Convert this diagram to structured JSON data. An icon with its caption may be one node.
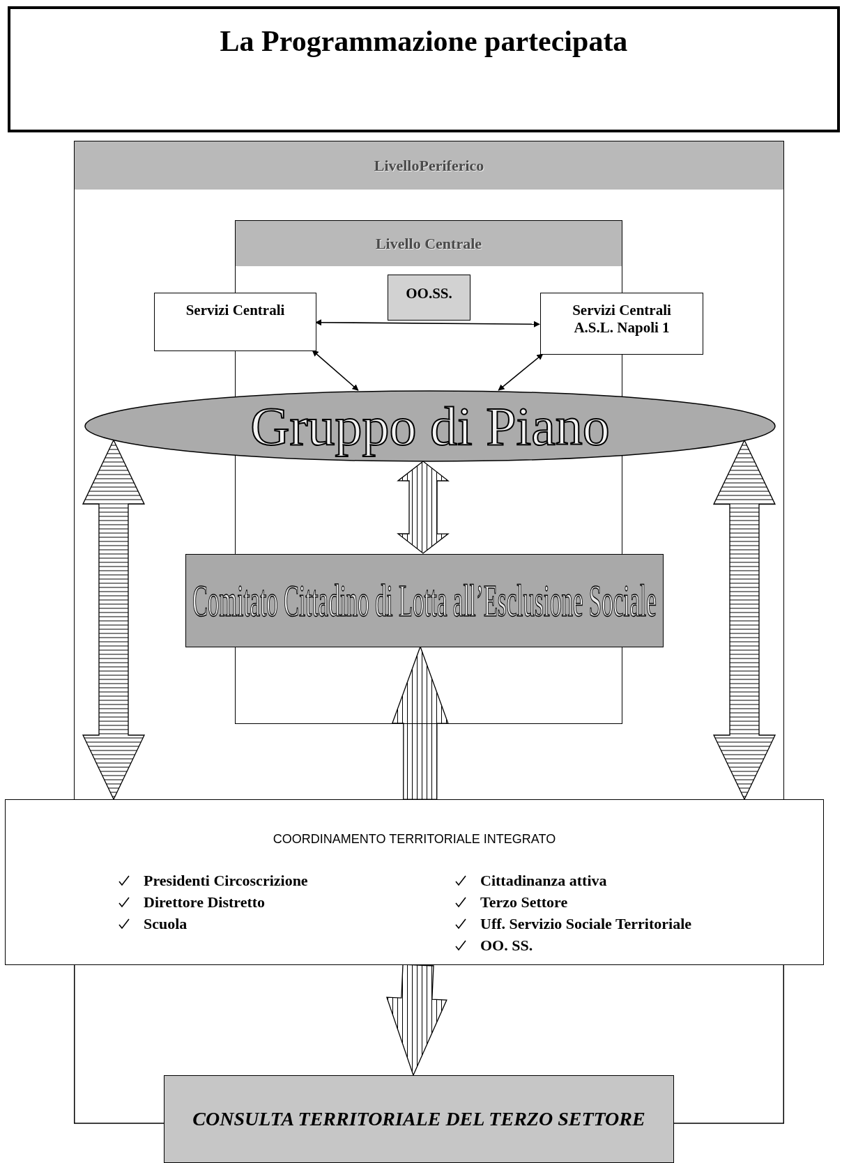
{
  "diagram": {
    "title": "La Programmazione partecipata",
    "nodes": [
      {
        "text": [
          "LivelloPeriferico"
        ]
      },
      {
        "text": [
          "Livello Centrale"
        ],
        "in": 0
      },
      {
        "text": [
          "Servizi Centrali"
        ],
        "in": 0
      },
      {
        "text": [
          "OO.SS."
        ],
        "in": 1
      },
      {
        "text": [
          "Servizi Centrali A.S.L. Napoli 1"
        ],
        "in": 0
      },
      {
        "text": [
          "Gruppo di Piano"
        ],
        "in": 0
      },
      {
        "text": [
          "Comitato Cittadino di Lotta all’Esclusione Sociale"
        ],
        "in": 0
      },
      {
        "text": [
          "COORDINAMENTO TERRITORIALE INTEGRATO",
          "Presidenti Circoscrizione",
          "Direttore Distretto",
          "Scuola",
          "Cittadinanza attiva",
          "Terzo Settore",
          "Uff. Servizio Sociale Territoriale",
          "OO. SS."
        ]
      },
      {
        "text": [
          "CONSULTA TERRITORIALE DEL TERZO SETTORE"
        ]
      }
    ],
    "edges": [
      {
        "from": 2,
        "to": 4,
        "arrow": "both"
      },
      {
        "from": 2,
        "to": 5,
        "arrow": "both"
      },
      {
        "from": 4,
        "to": 5,
        "arrow": "both"
      },
      {
        "from": 5,
        "to": 6,
        "arrow": "both",
        "style": "thick"
      },
      {
        "from": 7,
        "to": 6,
        "arrow": "to",
        "style": "thick"
      },
      {
        "from": 7,
        "to": 8,
        "arrow": "to",
        "style": "thick"
      },
      {
        "from": 5,
        "to": 7,
        "arrow": "both",
        "style": "thick"
      },
      {
        "from": 5,
        "to": 7,
        "arrow": "both",
        "style": "thick"
      }
    ]
  }
}
